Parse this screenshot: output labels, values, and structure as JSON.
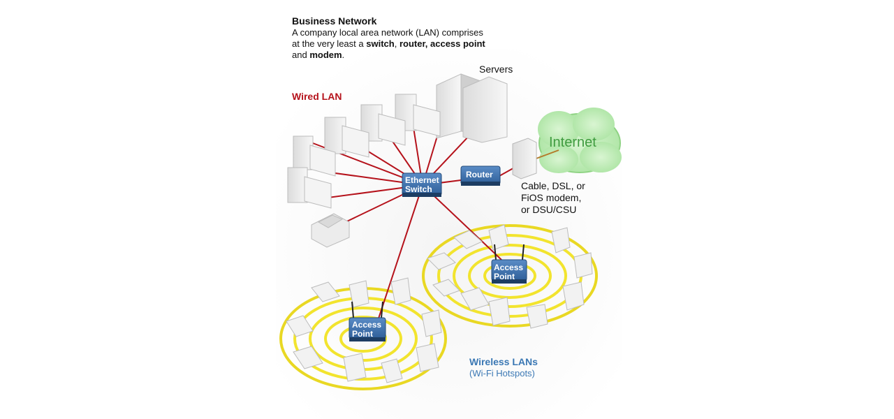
{
  "heading": {
    "title": "Business Network",
    "description_line1": "A company local area network (LAN) comprises",
    "description_line2_pre": "at the very least a ",
    "description_bold1": "switch",
    "description_sep1": ", ",
    "description_bold2": "router, access point",
    "description_line3_pre": "and ",
    "description_bold3": "modem",
    "description_end": "."
  },
  "labels": {
    "servers": "Servers",
    "wired_lan": "Wired LAN",
    "internet": "Internet",
    "modem_line1": "Cable, DSL, or",
    "modem_line2": "FiOS modem,",
    "modem_line3": "or DSU/CSU",
    "wireless_lans": "Wireless LANs",
    "hotspots": "(Wi-Fi Hotspots)"
  },
  "devices": {
    "switch_line1": "Ethernet",
    "switch_line2": "Switch",
    "router": "Router",
    "ap1_line1": "Access",
    "ap1_line2": "Point",
    "ap2_line1": "Access",
    "ap2_line2": "Point"
  },
  "colors": {
    "wire": "#b5121b",
    "device_blue": "#3e73b0",
    "wifi_ring": "#f2e42e",
    "internet_cloud": "#bfeab8",
    "internet_text": "#3f9b3f",
    "wireless_text": "#3b78b4"
  }
}
